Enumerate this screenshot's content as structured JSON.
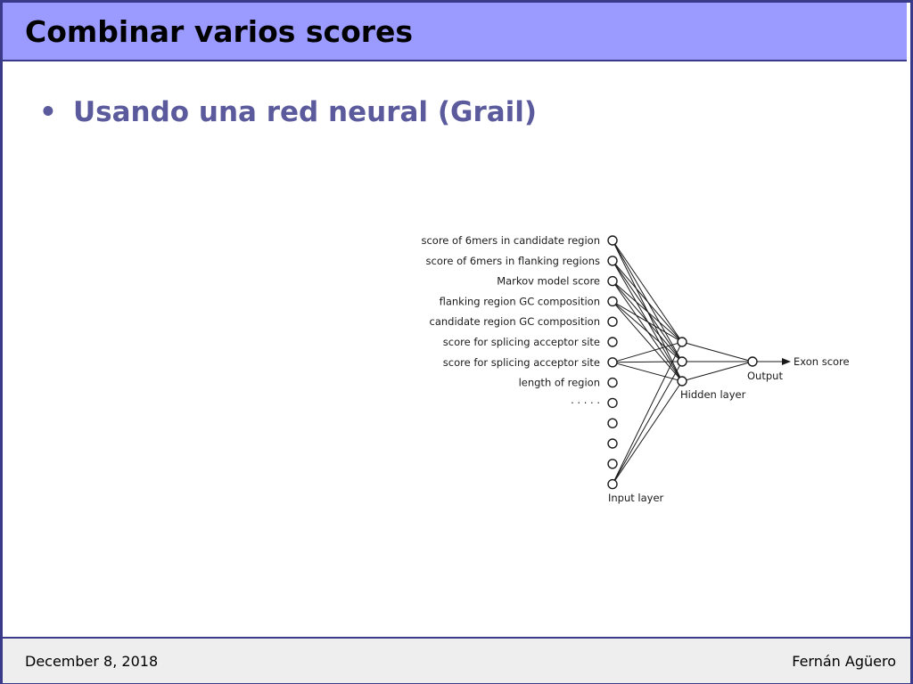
{
  "slide": {
    "title": "Combinar varios scores",
    "bullet": "Usando una red neural (Grail)"
  },
  "figure": {
    "input_labels": [
      "score of 6mers in candidate region",
      "score of 6mers in flanking regions",
      "Markov model score",
      "flanking region GC composition",
      "candidate region GC composition",
      "score for splicing acceptor site",
      "score for splicing acceptor site",
      "length of region",
      "· · · · ·"
    ],
    "input_node_count": 13,
    "hidden_node_count": 3,
    "input_layer_label": "Input layer",
    "hidden_layer_label": "Hidden layer",
    "output_label": "Output",
    "result_label": "Exon score"
  },
  "footer": {
    "date": "December 8, 2018",
    "author": "Fernán Agüero"
  }
}
